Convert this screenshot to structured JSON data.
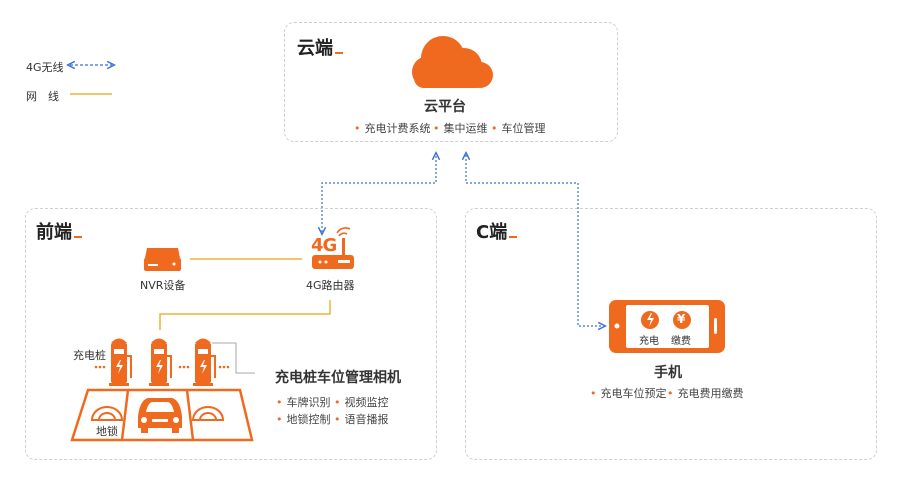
{
  "legend": {
    "wireless_label": "4G无线",
    "wired_label": "网　线"
  },
  "cloud": {
    "panel_title": "云端",
    "name": "云平台",
    "features": [
      "充电计费系统",
      "集中运维",
      "车位管理"
    ]
  },
  "front": {
    "panel_title": "前端",
    "nvr_label": "NVR设备",
    "router_label": "4G路由器",
    "router_icon_text": "4G",
    "charger_label": "充电桩",
    "lock_label": "地锁",
    "camera_title": "充电桩车位管理相机",
    "camera_features": [
      "车牌识别",
      "视频监控",
      "地锁控制",
      "语音播报"
    ]
  },
  "client": {
    "panel_title": "C端",
    "phone_name": "手机",
    "phone_buttons": [
      "充电",
      "缴费"
    ],
    "phone_features": [
      "充电车位预定",
      "充电费用缴费"
    ]
  },
  "colors": {
    "accent": "#ef6a1e",
    "wireless_line": "#3a6fd8",
    "wired_line": "#f0b43c"
  }
}
